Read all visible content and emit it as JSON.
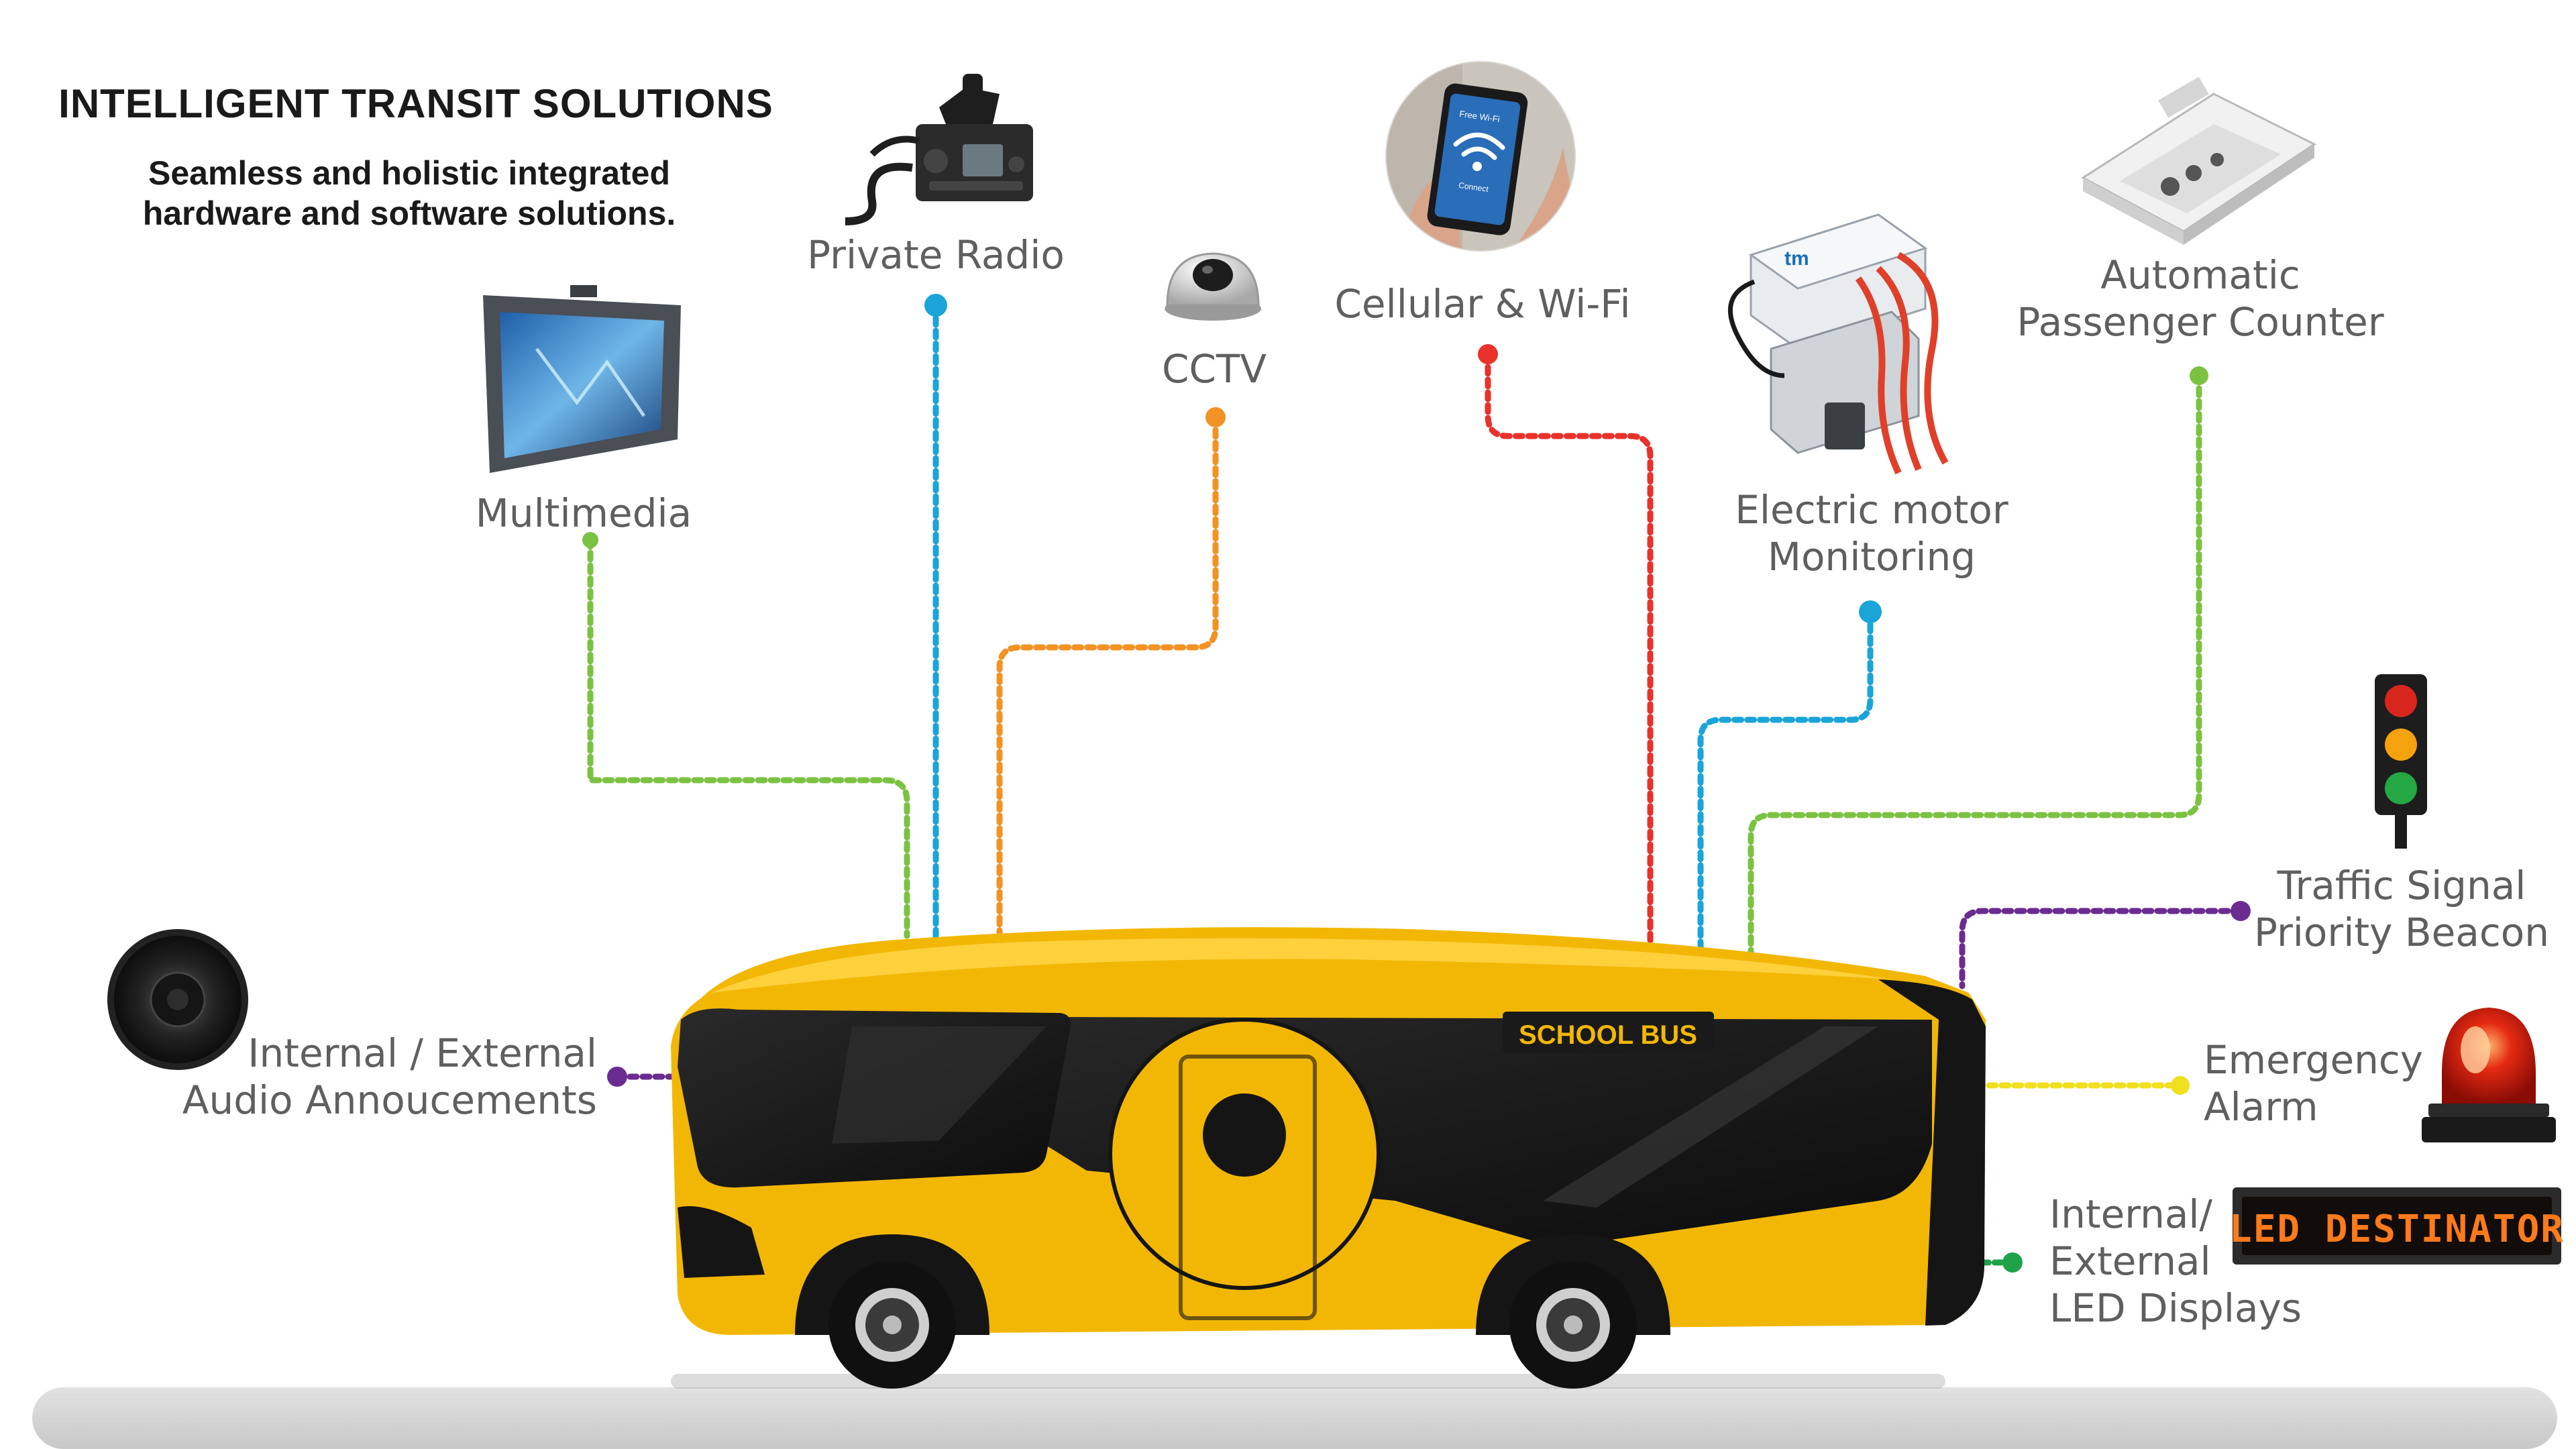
{
  "header": {
    "title": "INTELLIGENT TRANSIT SOLUTIONS",
    "subtitle_line1": "Seamless and holistic integrated",
    "subtitle_line2": "hardware and software solutions."
  },
  "features": {
    "private_radio": "Private Radio",
    "multimedia": "Multimedia",
    "cctv": "CCTV",
    "cellular": "Cellular & Wi-Fi",
    "electric_line1": "Electric motor",
    "electric_line2": "Monitoring",
    "apc_line1": "Automatic",
    "apc_line2": "Passenger Counter",
    "traffic_line1": "Traffic Signal",
    "traffic_line2": "Priority Beacon",
    "audio_line1": "Internal / External",
    "audio_line2": "Audio Annoucements",
    "alarm_line1": "Emergency",
    "alarm_line2": "Alarm",
    "led_line1": "Internal/",
    "led_line2": "External",
    "led_line3": "LED Displays"
  },
  "bus": {
    "sign": "SCHOOL BUS"
  },
  "led_sign": {
    "text": "LED DESTINATOR"
  },
  "phone_screen": {
    "line1": "Free Wi-Fi",
    "line2": "Connect"
  },
  "device_brand": "tm",
  "colors": {
    "bus_yellow": "#f2b705",
    "bus_black": "#151515",
    "line_green": "#7cc242",
    "line_blue": "#1ba4d8",
    "line_orange": "#f39224",
    "line_red": "#e8322b",
    "line_purple": "#6b2c91",
    "line_yellow": "#f0e01e",
    "line_darkgreen": "#1fa24a",
    "led_orange": "#ff7a1a"
  }
}
